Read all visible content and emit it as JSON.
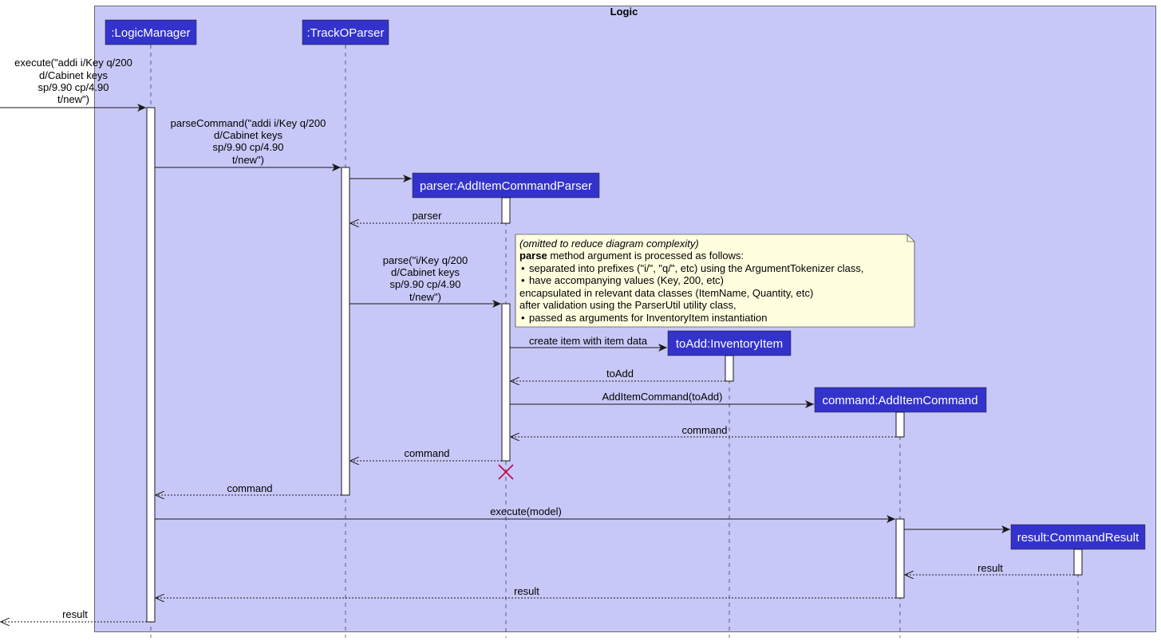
{
  "frame": {
    "title": "Logic"
  },
  "participants": {
    "logic_manager": ":LogicManager",
    "tracko_parser": ":TrackOParser",
    "parser": "parser:AddItemCommandParser",
    "to_add": "toAdd:InventoryItem",
    "command": "command:AddItemCommand",
    "result": "result:CommandResult"
  },
  "messages": {
    "execute_call": [
      "execute(\"addi i/Key q/200",
      "d/Cabinet keys",
      "sp/9.90 cp/4.90",
      "t/new\")"
    ],
    "parse_command": [
      "parseCommand(\"addi i/Key q/200",
      "d/Cabinet keys",
      "sp/9.90 cp/4.90",
      "t/new\")"
    ],
    "parser_return": "parser",
    "parse_call": [
      "parse(\"i/Key q/200",
      "d/Cabinet keys",
      "sp/9.90 cp/4.90",
      "t/new\")"
    ],
    "create_item": "create item with item data",
    "to_add_return": "toAdd",
    "add_item_command": "AddItemCommand(toAdd)",
    "command_return_1": "command",
    "command_return_2": "command",
    "command_return_3": "command",
    "execute_model": "execute(model)",
    "result_return_1": "result",
    "result_return_2": "result",
    "result_return_3": "result"
  },
  "note": {
    "line1": "(omitted to reduce diagram complexity)",
    "line2_bold": "parse",
    "line2_rest": " method argument is processed as follows:",
    "line3": "separated into prefixes (\"i/\", \"q/\", etc) using the ArgumentTokenizer class,",
    "line4": "have accompanying values (Key, 200, etc)",
    "line5": "encapsulated in relevant data classes (ItemName, Quantity, etc)",
    "line6": "after validation using the ParserUtil utility class,",
    "line7": "passed as arguments for InventoryItem instantiation",
    "bullet": "•"
  },
  "colors": {
    "frame_fill": "#c8c8f8",
    "participant_fill": "#3333cc",
    "note_fill": "#ffffe0",
    "destroy": "#c0003c"
  }
}
